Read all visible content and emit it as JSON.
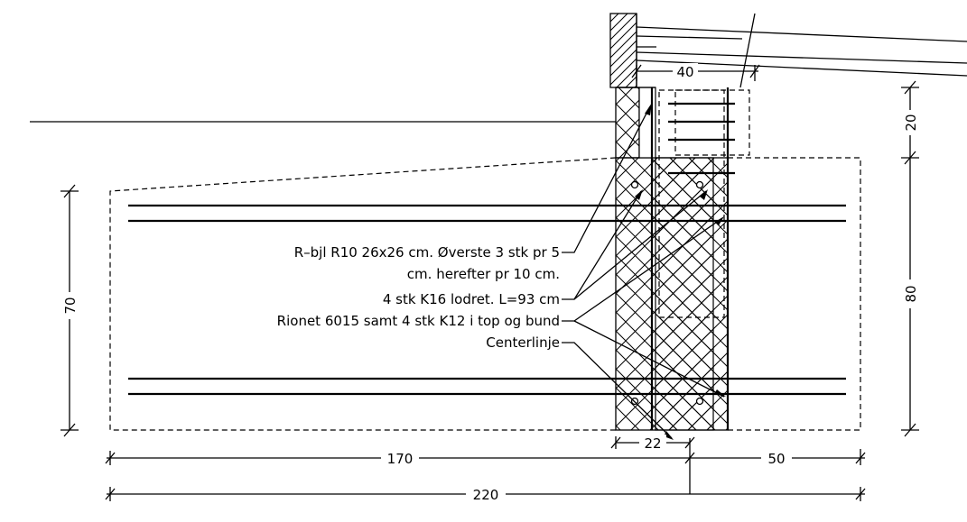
{
  "dimensions": {
    "top_width": "40",
    "right_top": "20",
    "right_height": "80",
    "left_height": "70",
    "center_width": "22",
    "left_length": "170",
    "right_length": "50",
    "total_length": "220"
  },
  "notes": {
    "line1": "R–bjl R10 26x26 cm. Øverste 3 stk pr 5",
    "line2": "cm. herefter pr 10 cm.",
    "line3": "4 stk K16 lodret. L=93 cm",
    "line4": "Rionet 6015 samt 4 stk K12 i top og bund",
    "line5": "Centerlinje"
  }
}
